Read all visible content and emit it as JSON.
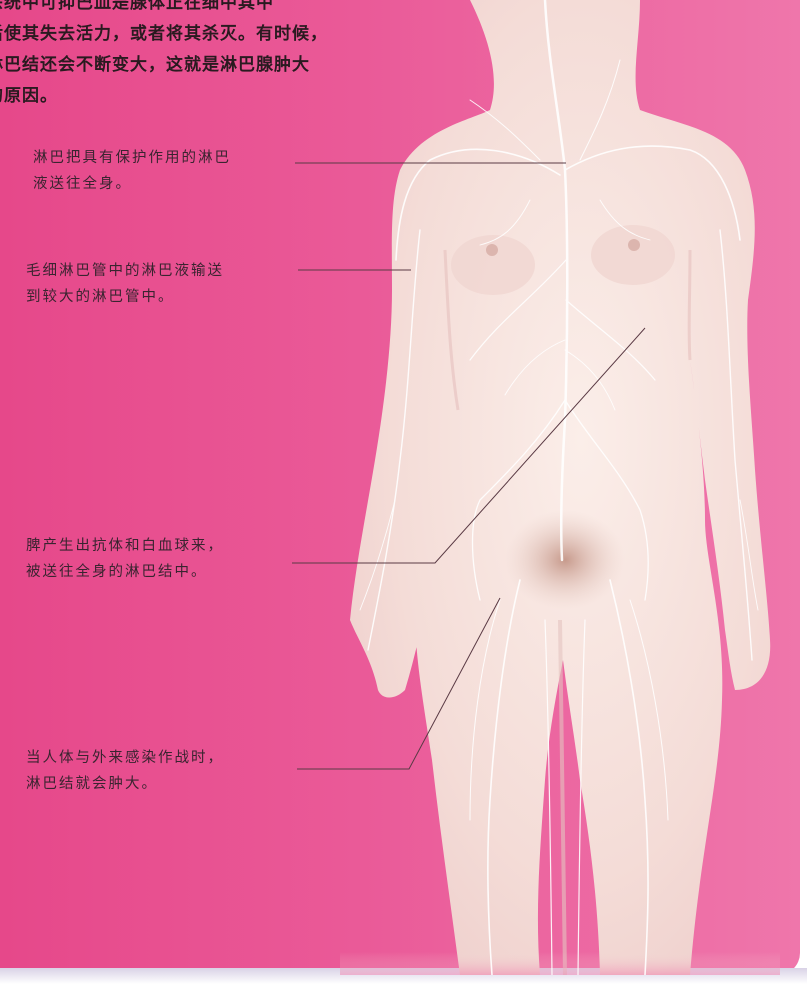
{
  "intro": {
    "lines": [
      "宗统中可抑巴皿是腺体正在细中其中",
      "后使其失去活力，或者将其杀灭。有时候，",
      "淋巴结还会不断变大，这就是淋巴腺肿大",
      "的原因。"
    ]
  },
  "labels": [
    {
      "lines": [
        "淋巴把具有保护作用的淋巴",
        "液送往全身。"
      ]
    },
    {
      "lines": [
        "毛细淋巴管中的淋巴液输送",
        "到较大的淋巴管中。"
      ]
    },
    {
      "lines": [
        "脾产生出抗体和白血球来，",
        "被送往全身的淋巴结中。"
      ]
    },
    {
      "lines": [
        "当人体与外来感染作战时，",
        "淋巴结就会肿大。"
      ]
    }
  ],
  "colors": {
    "background": "#ea5a98",
    "body": "#f6e3df",
    "vessel": "#ffffff",
    "leader": "#5a3a44"
  }
}
